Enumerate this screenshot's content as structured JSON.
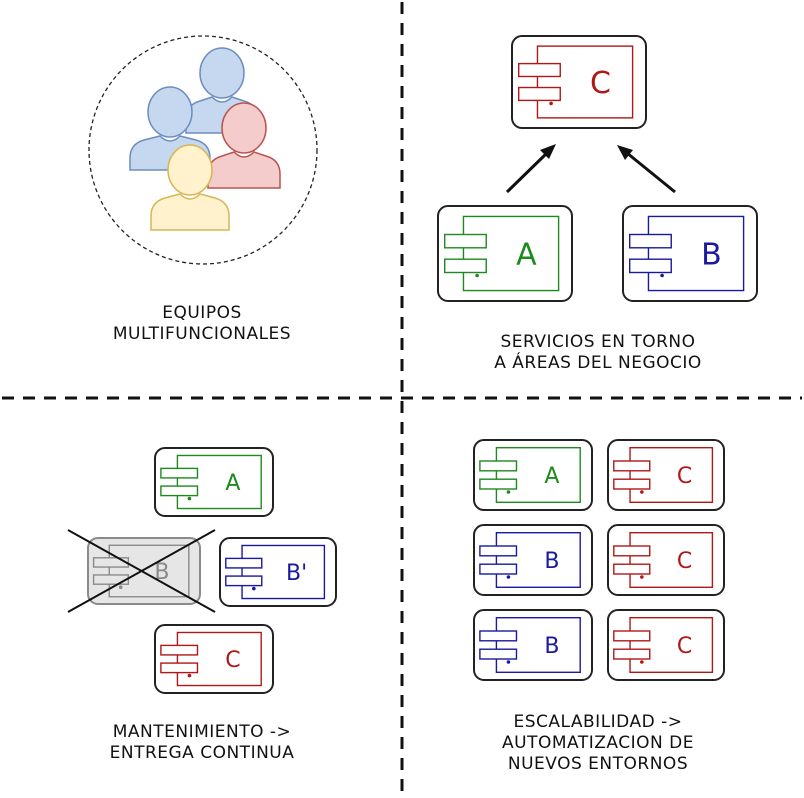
{
  "quadrants": {
    "teams": {
      "caption_lines": [
        "EQUIPOS",
        "MULTIFUNCIONALES"
      ]
    },
    "services": {
      "caption_lines": [
        "SERVICIOS EN TORNO",
        "A ÁREAS DEL NEGOCIO"
      ],
      "components": [
        {
          "label": "C",
          "color": "#b01818"
        },
        {
          "label": "A",
          "color": "#1e8a1e"
        },
        {
          "label": "B",
          "color": "#1a1a9e"
        }
      ]
    },
    "maintenance": {
      "caption_lines": [
        "MANTENIMIENTO ->",
        "ENTREGA CONTINUA"
      ],
      "components": [
        {
          "label": "A",
          "color": "#1e8a1e"
        },
        {
          "label": "B",
          "color": "#8a8a8a",
          "crossed_out": true
        },
        {
          "label": "B'",
          "color": "#1a1a9e"
        },
        {
          "label": "C",
          "color": "#b01818"
        }
      ]
    },
    "scalability": {
      "caption_lines": [
        "ESCALABILIDAD ->",
        "AUTOMATIZACION DE",
        "NUEVOS ENTORNOS"
      ],
      "components": [
        {
          "label": "A",
          "color": "#1e8a1e"
        },
        {
          "label": "C",
          "color": "#b01818"
        },
        {
          "label": "B",
          "color": "#1a1a9e"
        },
        {
          "label": "C",
          "color": "#b01818"
        },
        {
          "label": "B",
          "color": "#1a1a9e"
        },
        {
          "label": "C",
          "color": "#b01818"
        }
      ]
    }
  },
  "people_colors": {
    "blue": "#c6d8ef",
    "blue_stroke": "#6c8ebf",
    "red": "#f4cccc",
    "red_stroke": "#b85450",
    "yellow": "#fff2cc",
    "yellow_stroke": "#d6b656"
  }
}
